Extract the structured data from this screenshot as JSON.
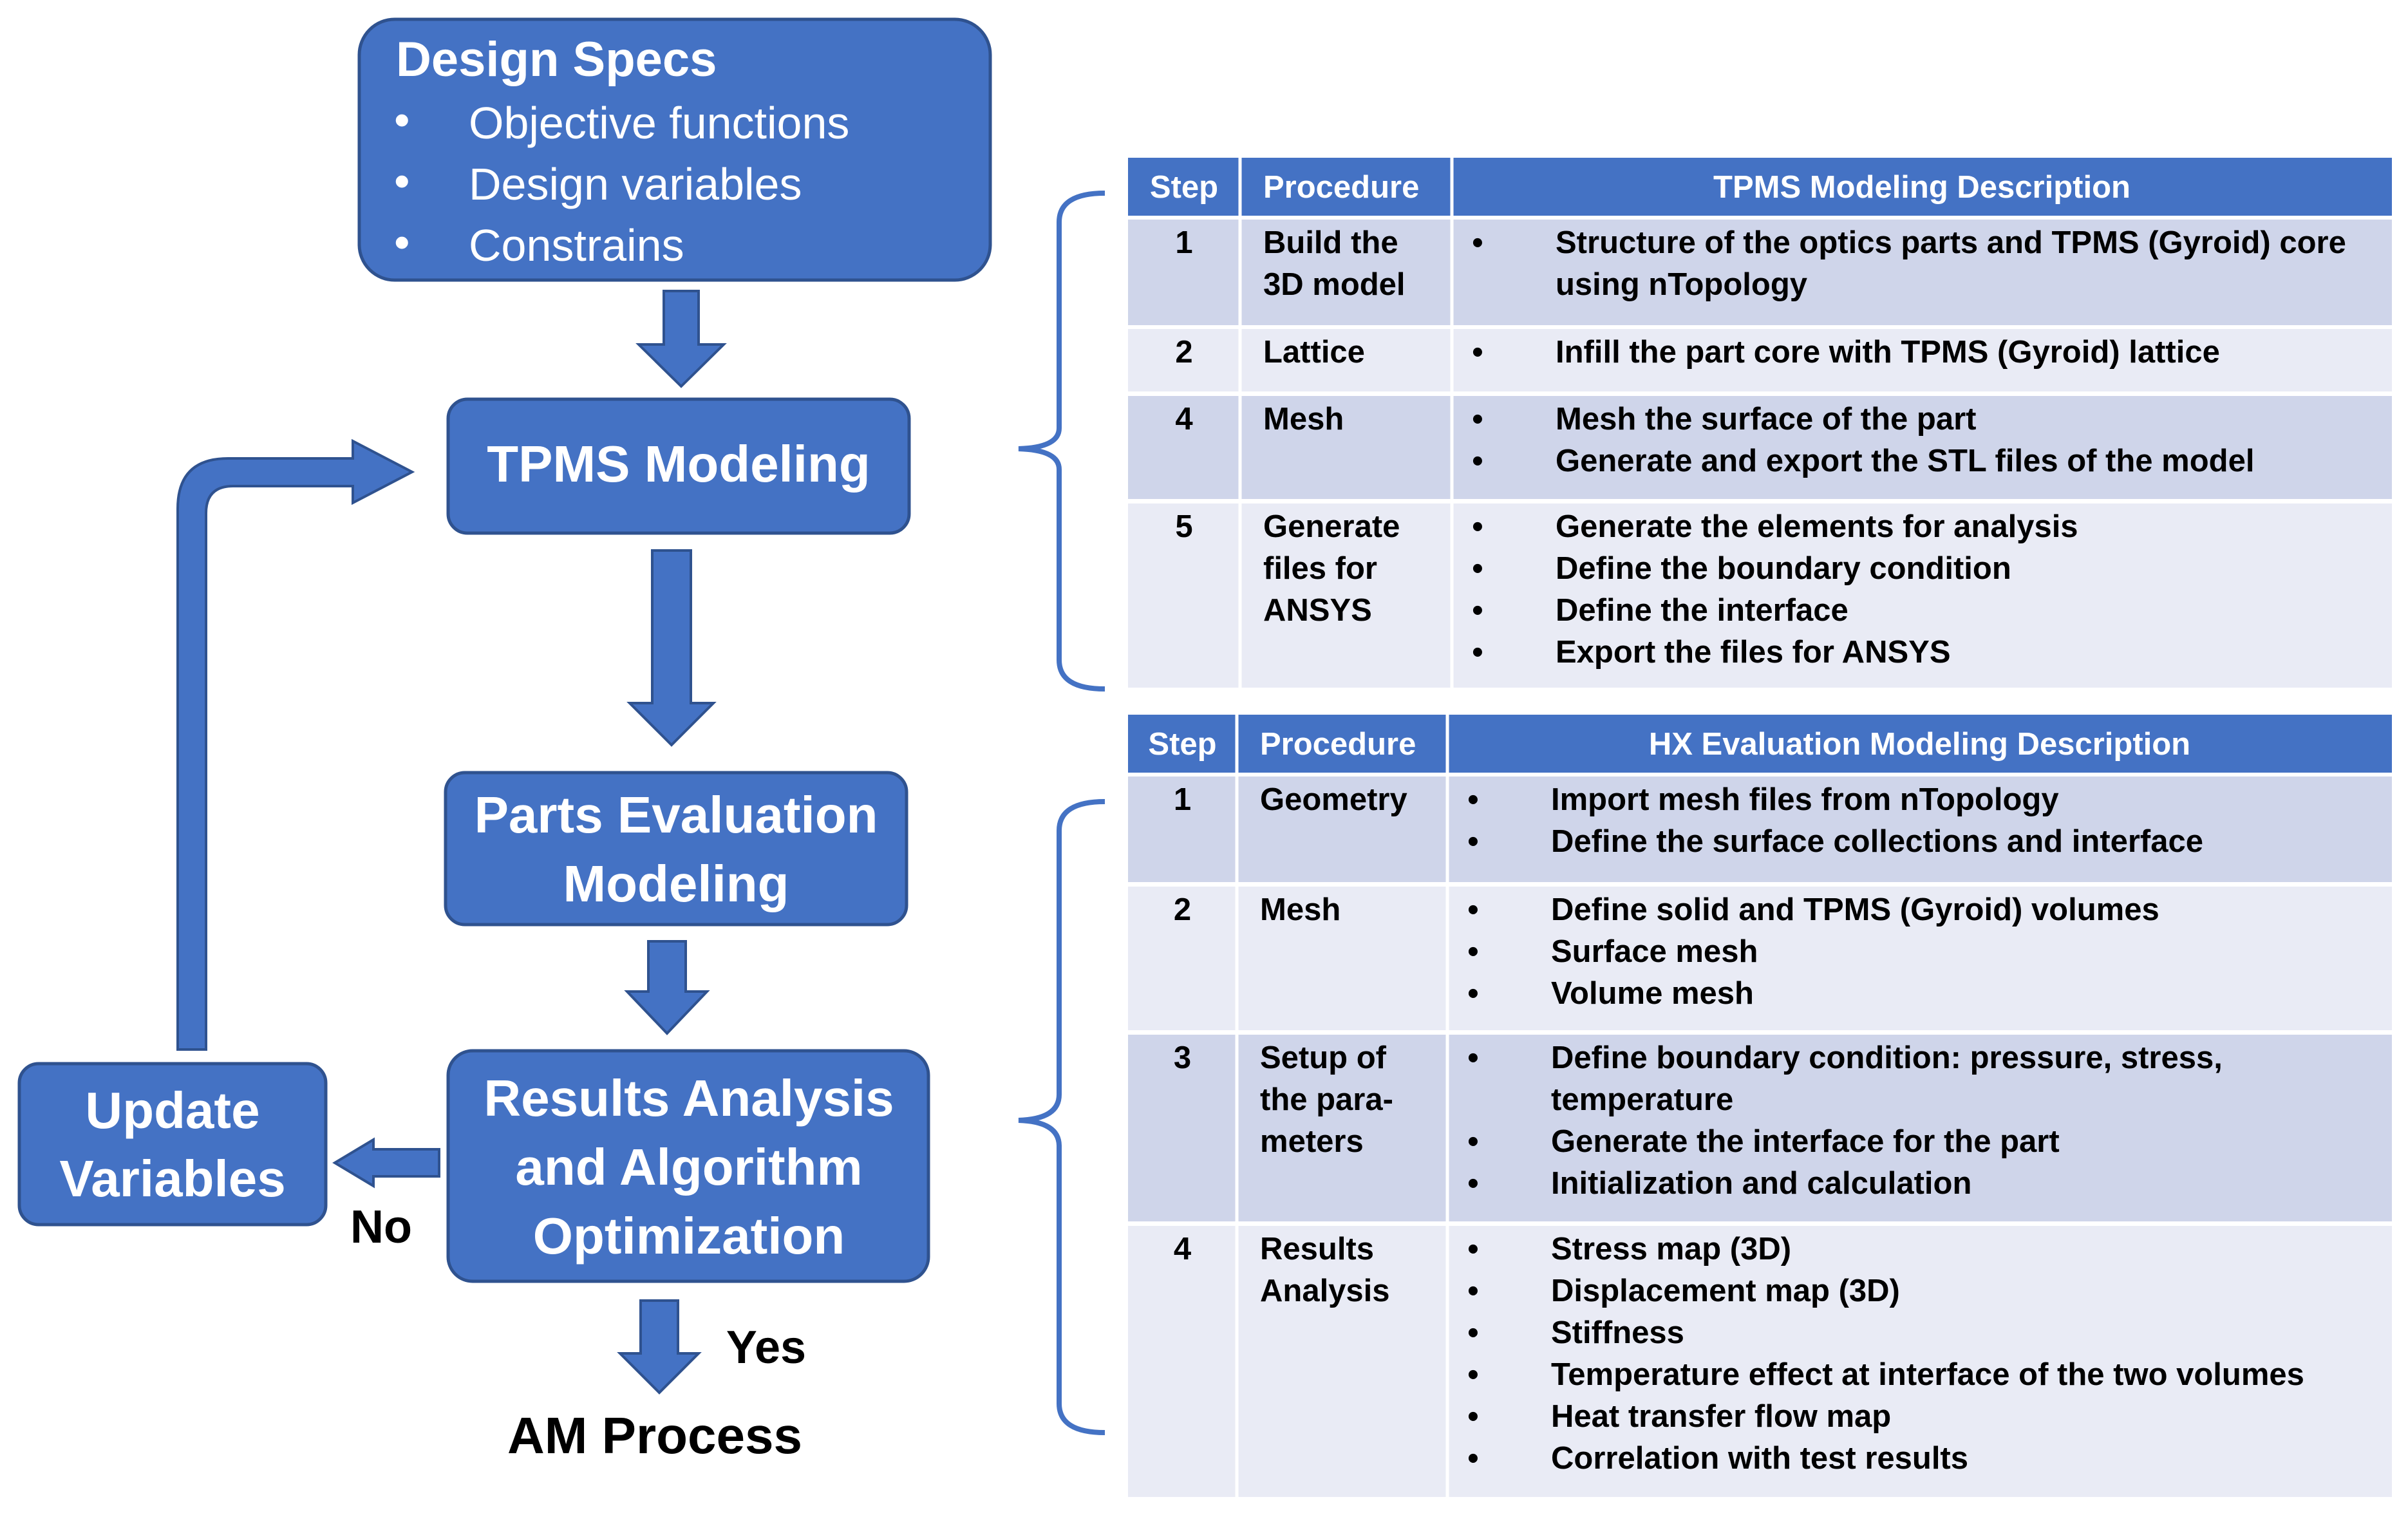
{
  "flow": {
    "design_specs": {
      "title": "Design Specs",
      "items": [
        "Objective functions",
        "Design variables",
        "Constrains"
      ]
    },
    "tpms_modeling": "TPMS Modeling",
    "parts_evaluation": [
      "Parts Evaluation",
      "Modeling"
    ],
    "results_analysis": [
      "Results Analysis",
      "and Algorithm",
      "Optimization"
    ],
    "update_variables": [
      "Update",
      "Variables"
    ],
    "no_label": "No",
    "yes_label": "Yes",
    "am_process": "AM Process"
  },
  "colors": {
    "box_fill": "#4472c4",
    "box_stroke": "#2f528f",
    "header_fill": "#4472c4",
    "row_shade": "#cfd5ea",
    "row_light": "#e9ebf5"
  },
  "table_tpms": {
    "headers": [
      "Step",
      "Procedure",
      "TPMS Modeling Description"
    ],
    "rows": [
      {
        "step": "1",
        "procedure": [
          "Build the",
          "3D model"
        ],
        "items": [
          "Structure of the optics parts and TPMS (Gyroid) core",
          "using nTopology"
        ],
        "bullets": [
          true,
          false
        ]
      },
      {
        "step": "2",
        "procedure": [
          "Lattice"
        ],
        "items": [
          "Infill the part core with TPMS (Gyroid) lattice"
        ],
        "bullets": [
          true
        ]
      },
      {
        "step": "4",
        "procedure": [
          "Mesh"
        ],
        "items": [
          "Mesh the surface of the part",
          "Generate and export the STL files of the model"
        ],
        "bullets": [
          true,
          true
        ]
      },
      {
        "step": "5",
        "procedure": [
          "Generate",
          "files for",
          "ANSYS"
        ],
        "items": [
          "Generate the elements for analysis",
          "Define the boundary condition",
          "Define the interface",
          "Export the files for ANSYS"
        ],
        "bullets": [
          true,
          true,
          true,
          true
        ]
      }
    ]
  },
  "table_hx": {
    "headers": [
      "Step",
      "Procedure",
      "HX Evaluation Modeling Description"
    ],
    "rows": [
      {
        "step": "1",
        "procedure": [
          "Geometry"
        ],
        "items": [
          "Import mesh files from nTopology",
          "Define the surface collections and interface"
        ],
        "bullets": [
          true,
          true
        ]
      },
      {
        "step": "2",
        "procedure": [
          "Mesh"
        ],
        "items": [
          "Define solid and TPMS (Gyroid) volumes",
          "Surface mesh",
          "Volume mesh"
        ],
        "bullets": [
          true,
          true,
          true
        ]
      },
      {
        "step": "3",
        "procedure": [
          "Setup of",
          "the para-",
          "meters"
        ],
        "items": [
          "Define boundary condition: pressure, stress,",
          "temperature",
          "Generate the interface for the part",
          "Initialization and calculation"
        ],
        "bullets": [
          true,
          false,
          true,
          true
        ]
      },
      {
        "step": "4",
        "procedure": [
          "Results",
          "Analysis"
        ],
        "items": [
          "Stress map (3D)",
          "Displacement map (3D)",
          "Stiffness",
          "Temperature effect at interface of the two volumes",
          "Heat transfer flow map",
          "Correlation with test results"
        ],
        "bullets": [
          true,
          true,
          true,
          true,
          true,
          true
        ]
      }
    ]
  }
}
